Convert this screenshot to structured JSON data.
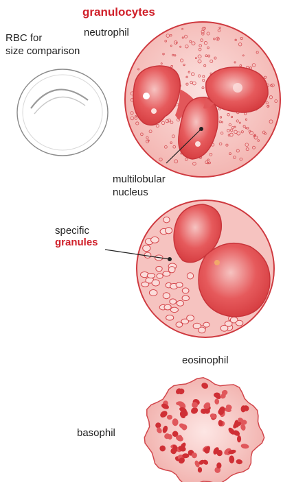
{
  "title": "granulocytes",
  "accent_color": "#d0202a",
  "cell_fill": "#f4b8b5",
  "nucleus_fill": "#e0454a",
  "labels": {
    "rbc": "RBC for\nsize comparison",
    "neutrophil": "neutrophil",
    "multilobular_nucleus": "multilobular\nnucleus",
    "specific": "specific",
    "granules": "granules",
    "eosinophil": "eosinophil",
    "basophil": "basophil"
  }
}
